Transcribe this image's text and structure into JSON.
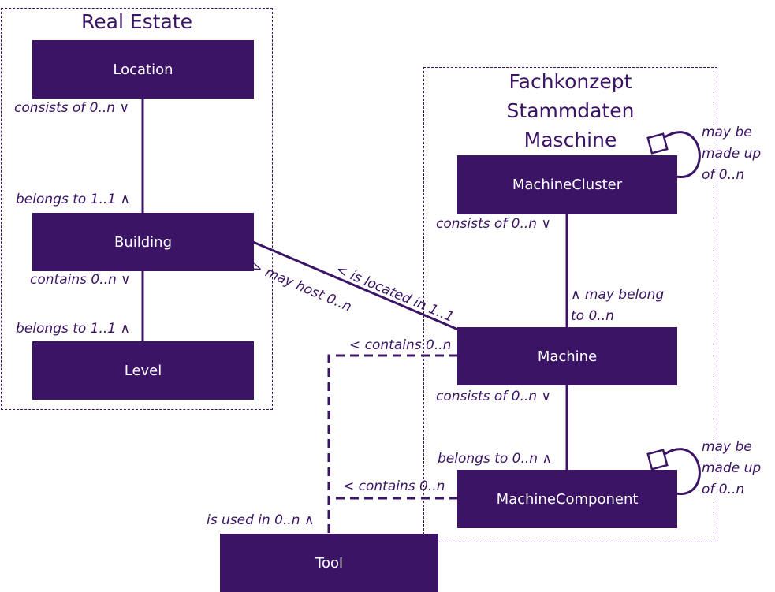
{
  "colors": {
    "primary": "#3b1466",
    "entity_text": "#ffffff",
    "background": "#ffffff"
  },
  "groups": {
    "real_estate": {
      "title": "Real Estate"
    },
    "fachkonzept": {
      "title": "Fachkonzept\nStammdaten\nMaschine"
    }
  },
  "entities": {
    "location": "Location",
    "building": "Building",
    "level": "Level",
    "machine_cluster": "MachineCluster",
    "machine": "Machine",
    "machine_component": "MachineComponent",
    "tool": "Tool"
  },
  "labels": {
    "location_consists_of": "consists of 0..n ∨",
    "building_belongs_to": "belongs to 1..1 ∧",
    "building_contains": "contains 0..n ∨",
    "level_belongs_to": "belongs to 1..1 ∧",
    "building_may_host": "> may host 0..n",
    "machine_is_located_in": "< is located in 1..1",
    "cluster_self_made_up": "may be\nmade up\nof 0..n",
    "cluster_consists_of": "consists of 0..n ∨",
    "machine_may_belong": "∧ may belong\nto 0..n",
    "machine_contains_tool": "< contains 0..n",
    "machine_consists_of": "consists of 0..n ∨",
    "component_belongs_to": "belongs to 0..n ∧",
    "component_self_made_up": "may be\nmade up\nof 0..n",
    "component_contains_tool": "< contains 0..n",
    "tool_is_used_in": "is used in 0..n ∧"
  }
}
